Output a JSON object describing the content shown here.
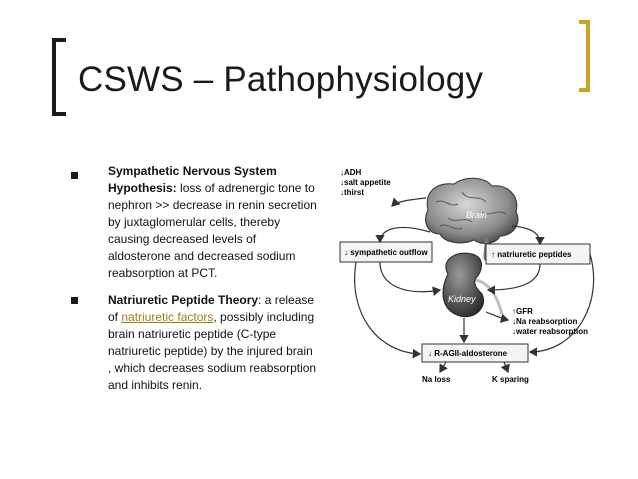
{
  "slide": {
    "title": "CSWS – Pathophysiology",
    "bullets": [
      {
        "bold_lead": "Sympathetic Nervous System Hypothesis:",
        "text": " loss of adrenergic tone to nephron >> decrease in renin secretion by juxtaglomerular cells, thereby causing decreased levels of aldosterone and decreased sodium reabsorption  at PCT."
      },
      {
        "bold_lead": "Natriuretic Peptide Theory",
        "text_before_link": ": a release of ",
        "link_text": "natriuretic factors",
        "text_after_link": ", possibly including brain natriuretic peptide (C-type natriuretic peptide) by the injured brain , which decreases sodium reabsorption and inhibits renin."
      }
    ]
  },
  "diagram": {
    "brain_label": "Brain",
    "kidney_label": "Kidney",
    "brain_effects": [
      "↓ADH",
      "↓salt appetite",
      "↓thirst"
    ],
    "sympathetic_box": "↓ sympathetic outflow",
    "natriuretic_box": "↑ natriuretic peptides",
    "kidney_effects": [
      "↑GFR",
      "↓Na reabsorption",
      "↓water reabsorption"
    ],
    "raas_box": "↓ R-AGII-aldosterone",
    "na_loss": "Na loss",
    "k_sparing": "K sparing"
  },
  "colors": {
    "accent": "#c8a428",
    "text": "#1a1a1a"
  }
}
